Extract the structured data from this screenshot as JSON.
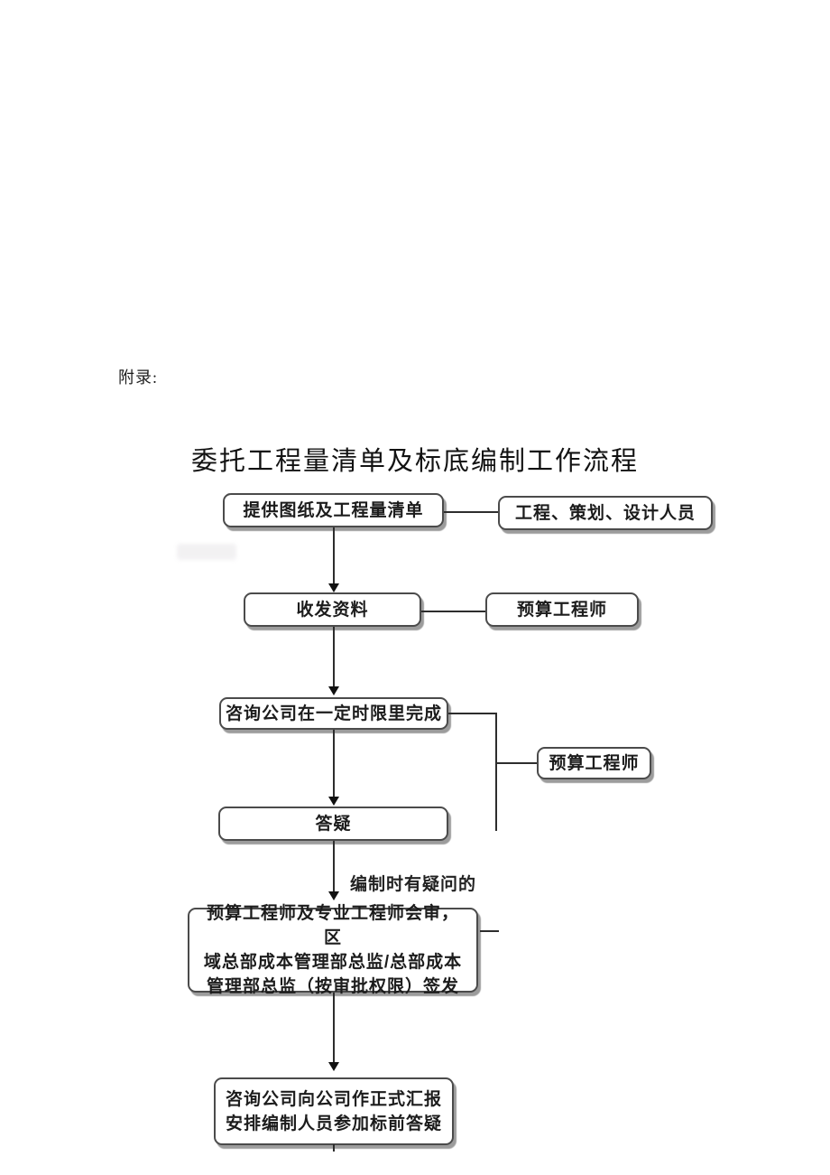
{
  "page": {
    "appendix_label": "附录:",
    "title": "委托工程量清单及标底编制工作流程"
  },
  "flowchart": {
    "nodes": [
      {
        "label": "提供图纸及工程量清单"
      },
      {
        "label": "收发资料"
      },
      {
        "label": "咨询公司在一定时限里完成"
      },
      {
        "label": "答疑"
      },
      {
        "label": "预算工程师及专业工程师会审，区\n域总部成本管理部总监/总部成本\n管理部总监（按审批权限）签发"
      },
      {
        "label": "咨询公司向公司作正式汇报\n安排编制人员参加标前答疑"
      }
    ],
    "side_nodes": [
      {
        "label": "工程、策划、设计人员"
      },
      {
        "label": "预算工程师"
      },
      {
        "label": "预算工程师"
      }
    ],
    "annotations": [
      {
        "label": "编制时有疑问的"
      }
    ]
  }
}
